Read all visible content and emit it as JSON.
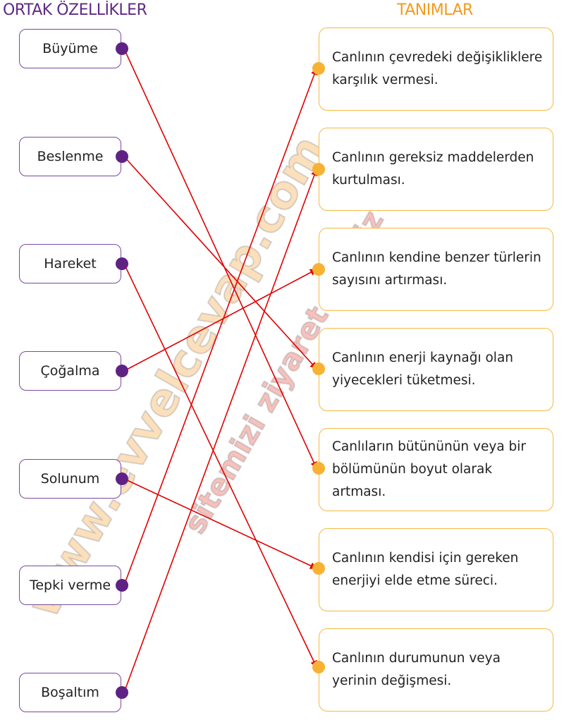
{
  "headers": {
    "left": "ORTAK ÖZELLİKLER",
    "right": "TANIMLAR"
  },
  "features": [
    "Büyüme",
    "Beslenme",
    "Hareket",
    "Çoğalma",
    "Solunum",
    "Tepki verme",
    "Boşaltım"
  ],
  "definitions": [
    "Canlının çevredeki değişikliklere karşılık vermesi.",
    "Canlının gereksiz maddelerden kurtulması.",
    "Canlının kendine benzer türlerin sayısını artırması.",
    "Canlının enerji kaynağı olan yiyecekleri tüketmesi.",
    "Canlıların bütününün veya bir bölümünün boyut olarak artması.",
    "Canlının kendisi için gereken enerjiyi elde etme süreci.",
    "Canlının durumunun veya yerinin değişmesi."
  ],
  "matches": [
    4,
    3,
    6,
    2,
    5,
    0,
    1
  ],
  "colors": {
    "feature": "#5f2284",
    "definition": "#f7b234",
    "line": "#e00000",
    "left_header": "#5f2a86",
    "right_header": "#f39a1c"
  },
  "watermark": [
    "www.evvelcevap.com",
    "sitemizi ziyaret ediniz"
  ]
}
